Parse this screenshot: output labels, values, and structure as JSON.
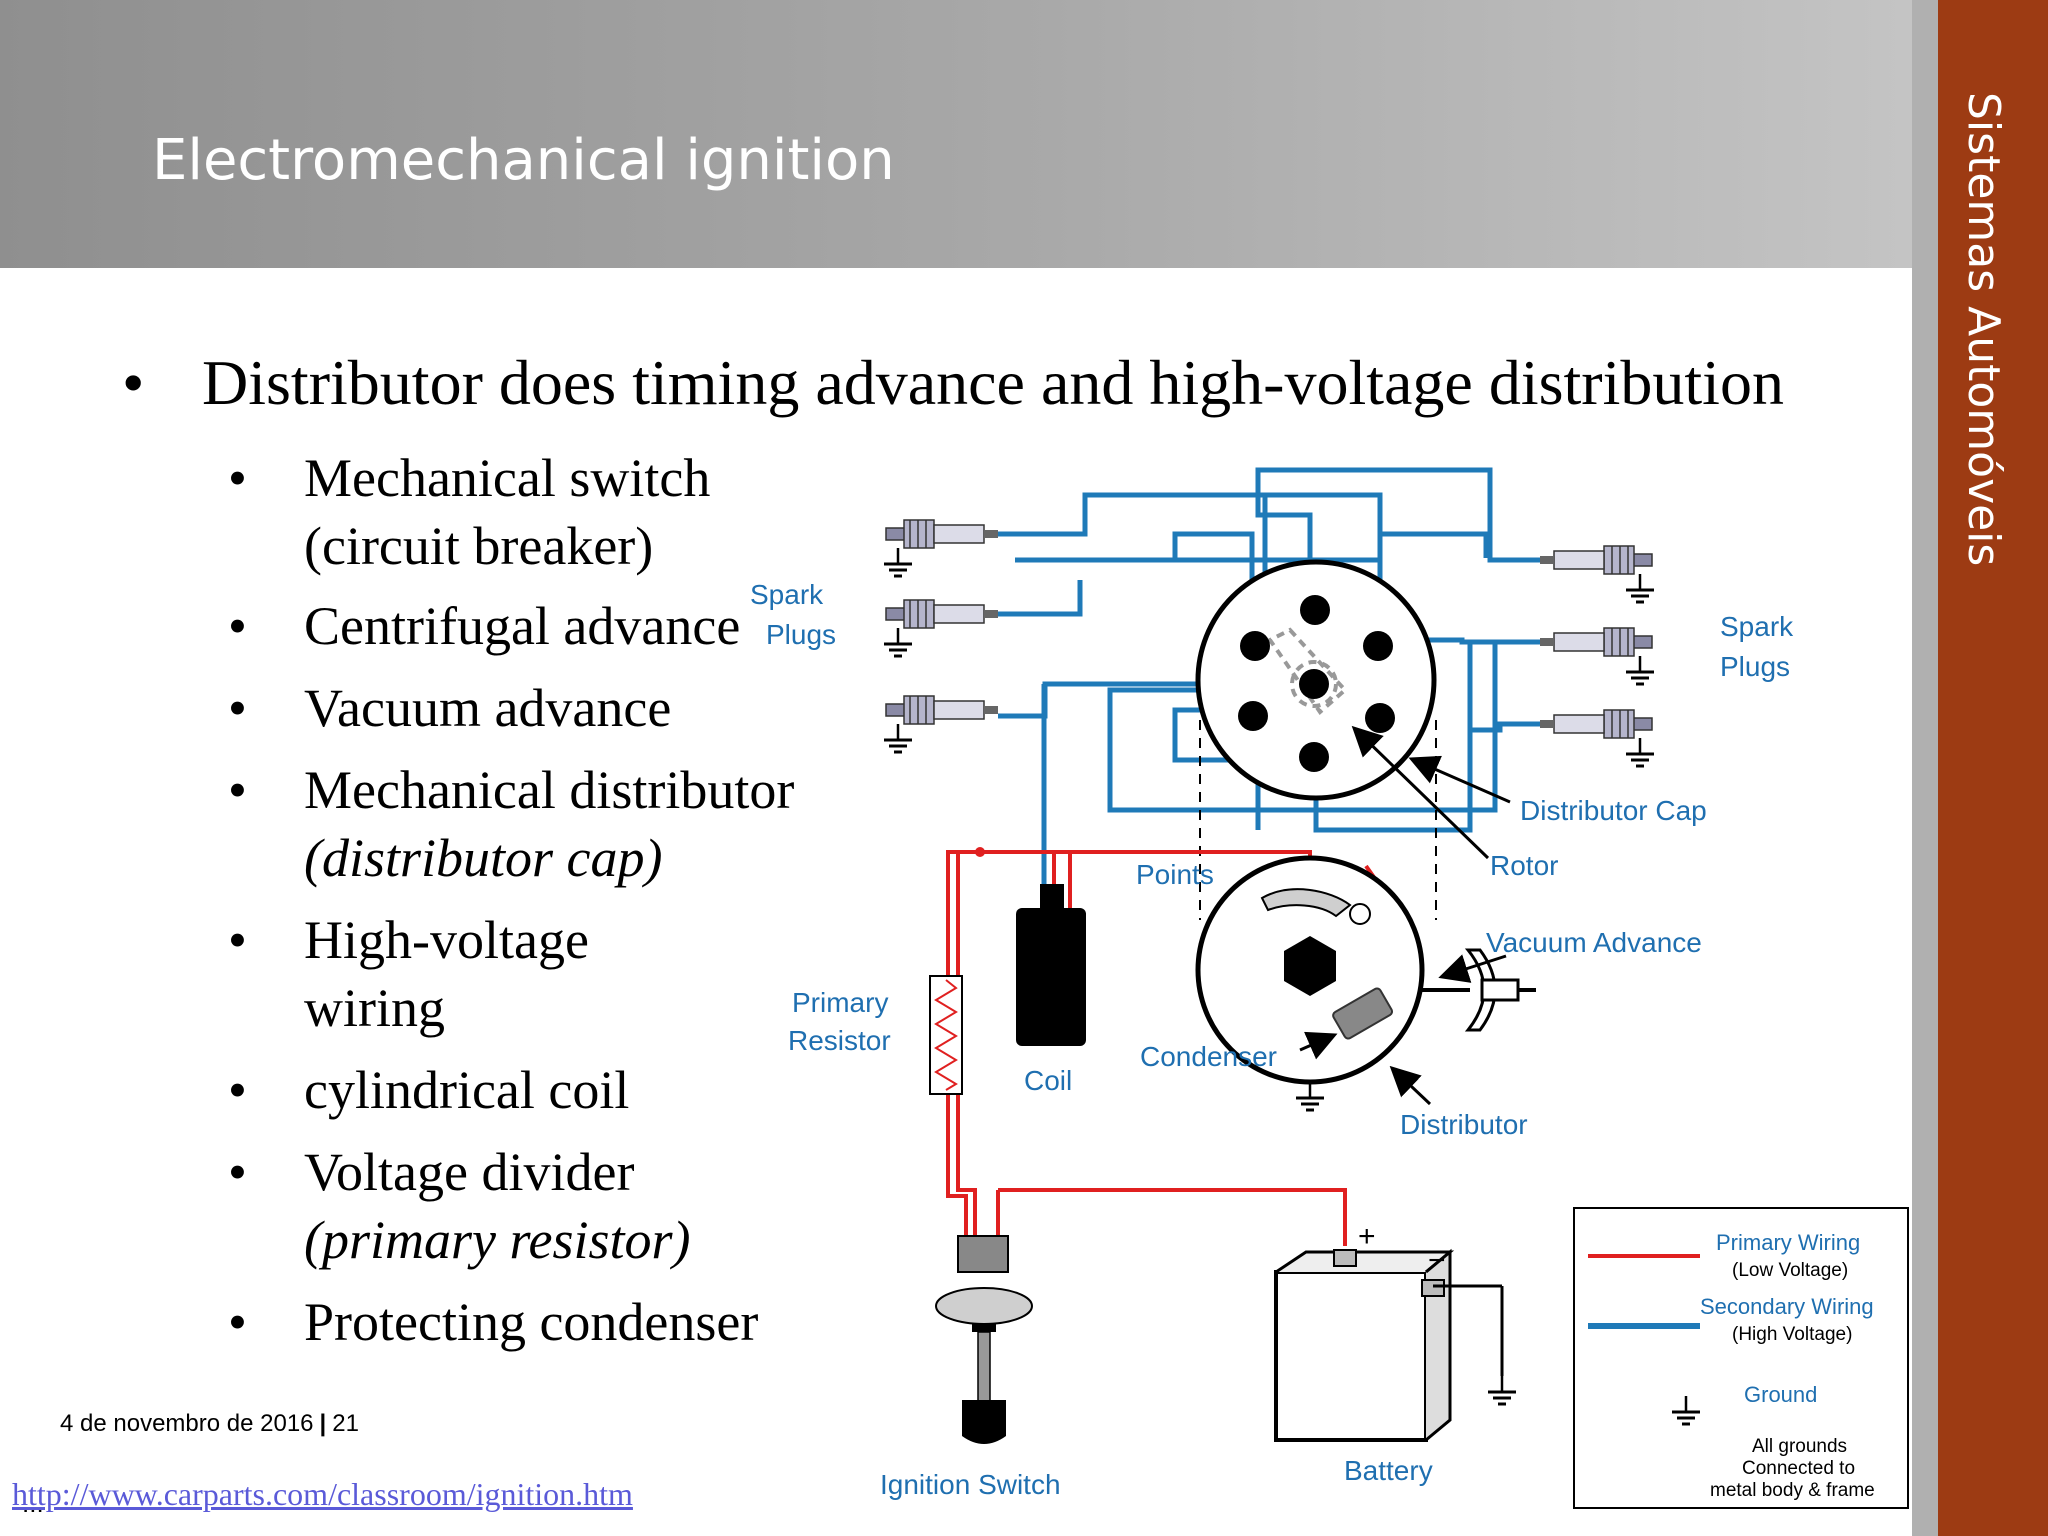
{
  "slide": {
    "title": "Electromechanical ignition",
    "sidebar_text": "Sistemas Automóveis",
    "main_bullet": "Distributor does timing advance and high-voltage distribution",
    "sub_bullets": [
      [
        "Mechanical switch",
        "(circuit breaker)"
      ],
      [
        "Centrifugal advance"
      ],
      [
        "Vacuum advance"
      ],
      [
        "Mechanical distributor",
        "(distributor cap)"
      ],
      [
        "High-voltage",
        "wiring"
      ],
      [
        "cylindrical coil"
      ],
      [
        "Voltage divider",
        "(primary resistor)"
      ],
      [
        "Protecting condenser"
      ]
    ],
    "footer_date": "4 de novembro de 2016",
    "footer_separator": "|",
    "footer_page": "21",
    "source_link": "http://www.carparts.com/classroom/ignition.htm",
    "ellipsis": "..."
  },
  "diagram": {
    "labels": {
      "spark_plugs_left_1": "Spark",
      "spark_plugs_left_2": "Plugs",
      "spark_plugs_right_1": "Spark",
      "spark_plugs_right_2": "Plugs",
      "distributor_cap": "Distributor Cap",
      "rotor": "Rotor",
      "points": "Points",
      "vacuum_advance": "Vacuum Advance",
      "primary_resistor_1": "Primary",
      "primary_resistor_2": "Resistor",
      "coil": "Coil",
      "condenser": "Condenser",
      "distributor": "Distributor",
      "ignition_switch": "Ignition Switch",
      "battery": "Battery",
      "plus": "+",
      "minus": "−"
    },
    "legend": {
      "primary_wiring": "Primary Wiring",
      "primary_note": "(Low Voltage)",
      "secondary_wiring": "Secondary Wiring",
      "secondary_note": "(High Voltage)",
      "ground": "Ground",
      "grounds_note_1": "All grounds",
      "grounds_note_2": "Connected to",
      "grounds_note_3": "metal body & frame"
    },
    "colors": {
      "primary_wire": "#e02020",
      "secondary_wire": "#1f7ab8",
      "label_text": "#1f6fb0"
    }
  }
}
